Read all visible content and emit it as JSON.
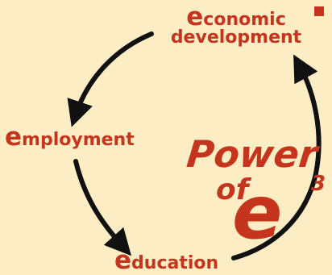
{
  "nodes": {
    "economic": {
      "initial": "e",
      "line1_rest": "conomic",
      "line2": "development"
    },
    "employment": {
      "initial": "e",
      "rest": "mployment"
    },
    "education": {
      "initial": "e",
      "rest": "ducation"
    }
  },
  "logo": {
    "word1": "Power",
    "word2": "of",
    "letter": "e",
    "exponent": "3"
  },
  "colors": {
    "background": "#fdedc4",
    "accent": "#c5351d",
    "arrow": "#111111"
  },
  "icons": [
    "square-bullet-icon",
    "arrow-economic-to-employment",
    "arrow-employment-to-education",
    "arrow-education-to-economic"
  ]
}
